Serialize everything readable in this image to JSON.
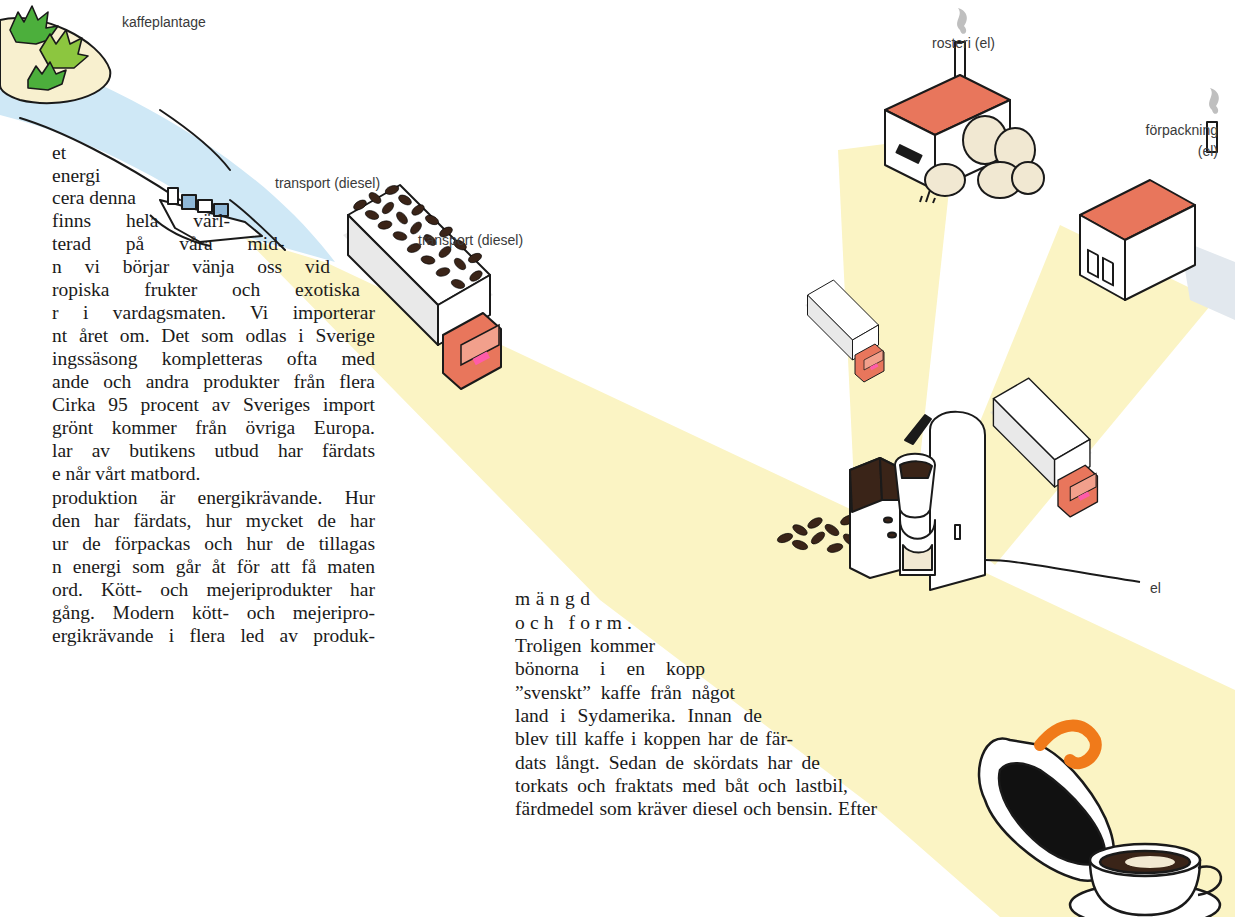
{
  "diagram": {
    "labels": [
      "kaffeplantage",
      "rosteri (el)",
      "förpackning (el)",
      "transport (diesel)",
      "transport (diesel)",
      "et",
      "energi",
      "cera denna",
      "finns hela värl-",
      "terad på våra mid-",
      "n vi börjar vänja oss vid",
      "ropiska frukter och exotiska",
      "r i vardagsmaten. Vi importerar",
      "nt året om. Det som odlas i Sverige",
      "ingssäsong kompletteras ofta med",
      "ande och andra produkter från flera",
      "Cirka 95 procent av Sveriges import",
      "grönt kommer från övriga Europa.",
      "lar av butikens utbud har färdats",
      "e når vårt matbord.",
      "produktion är energikrävande. Hur",
      "den har färdats, hur mycket de har",
      "ur de förpackas och hur de tillagas",
      "n energi som går åt för att få maten",
      "ord. Kött- och mejeriprodukter har",
      "gång. Modern kött- och mejeripro-",
      "ergikrävande i flera led av produk-",
      "el",
      "mängd",
      "och form.",
      "Troligen kommer",
      "bönorna i en kopp",
      "”svenskt” kaffe från något",
      "land i Sydamerika. Innan de",
      "blev till kaffe i koppen har de fär-",
      "dats långt. Sedan de skördats har de",
      "torkats och fraktats med båt och lastbil,",
      "färdmedel som kräver diesel och bensin. Efter"
    ]
  }
}
